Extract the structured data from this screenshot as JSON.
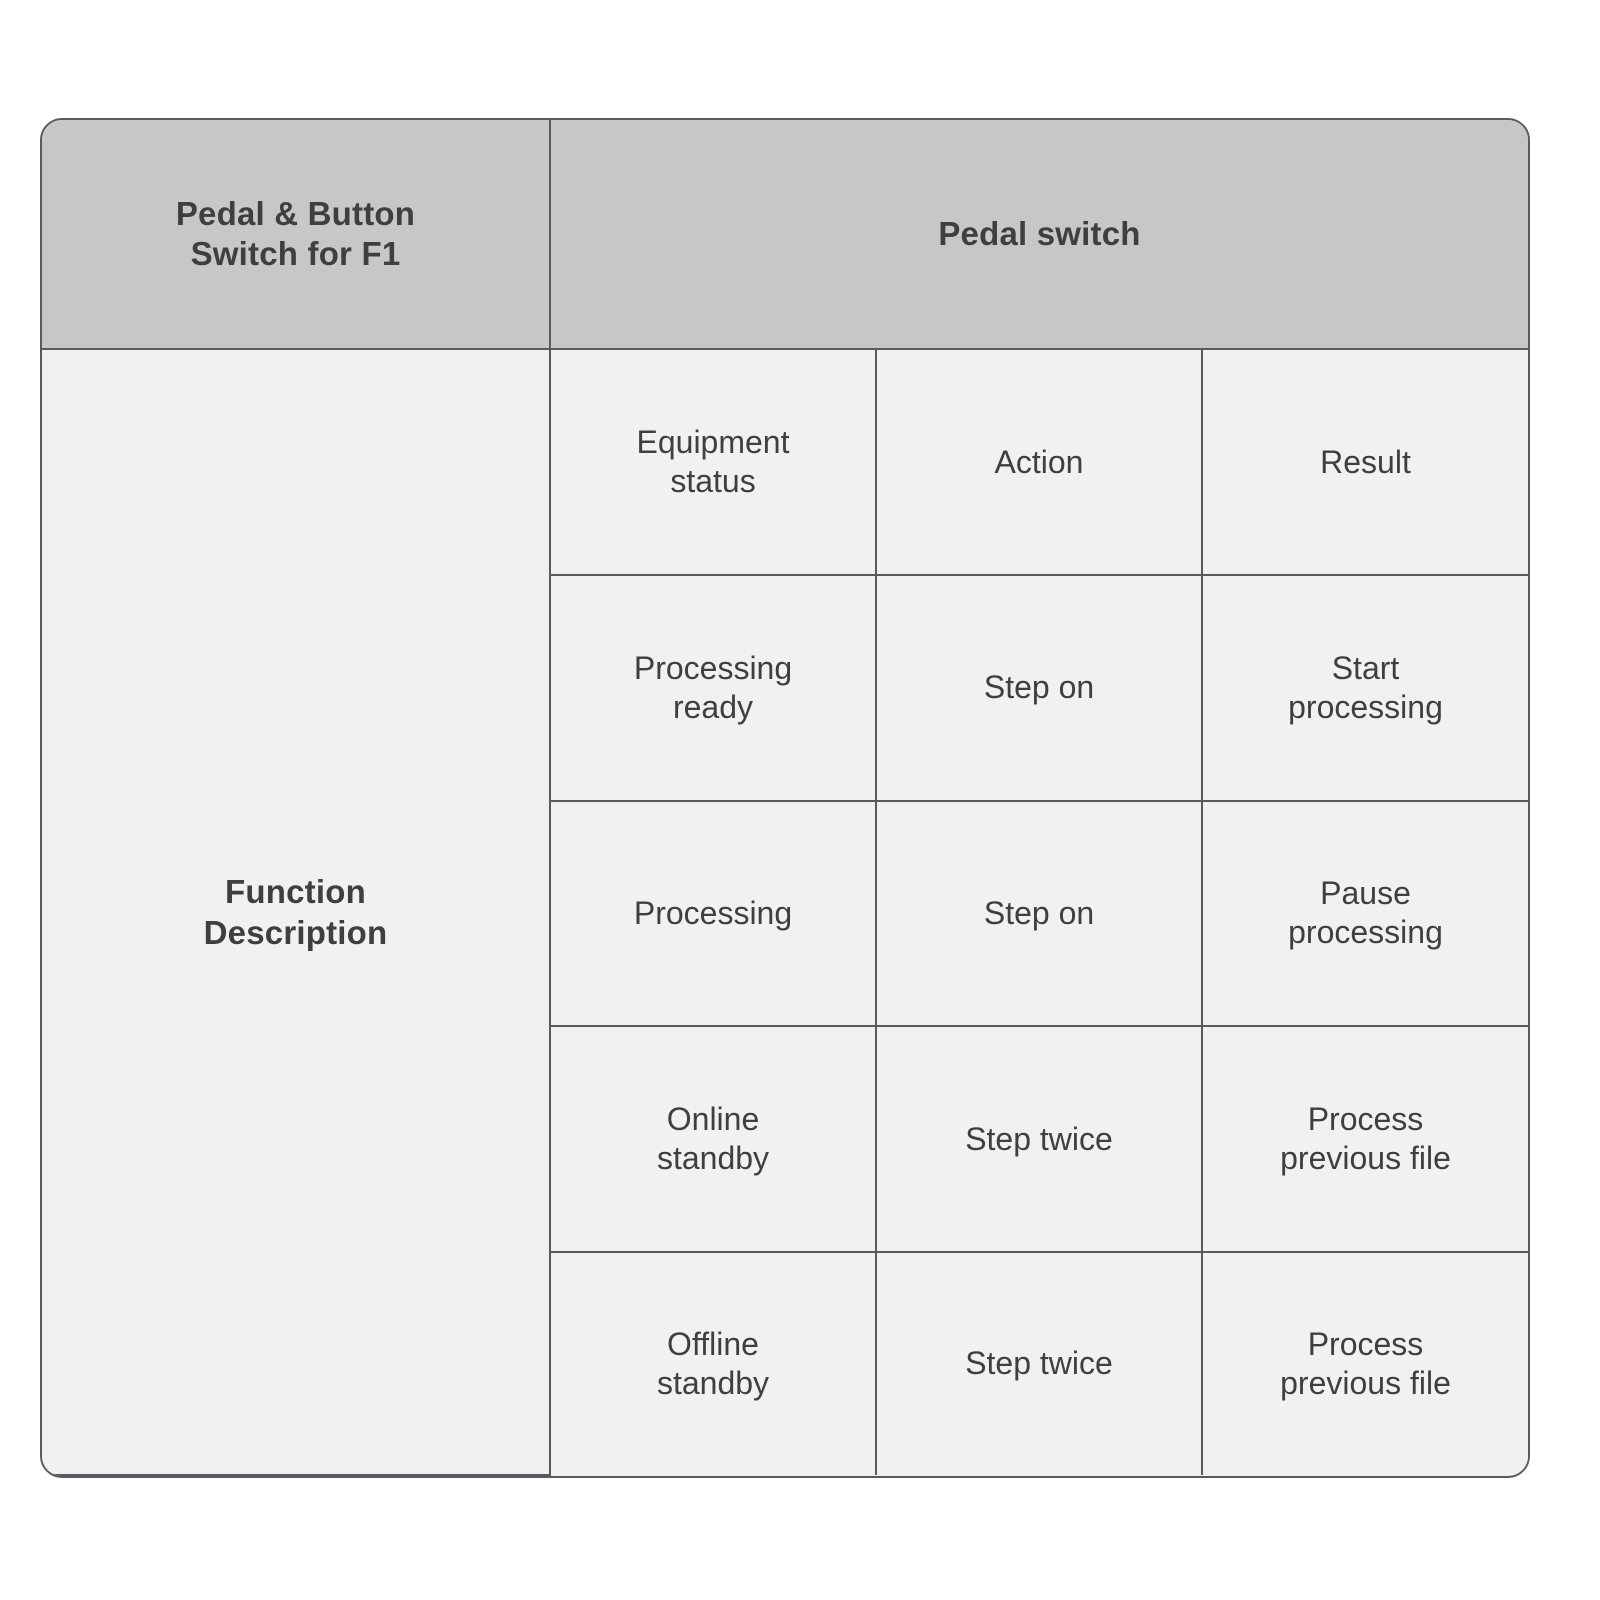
{
  "table": {
    "corner_title_line1": "Pedal & Button",
    "corner_title_line2": "Switch for F1",
    "group_header": "Pedal switch",
    "row_label_line1": "Function",
    "row_label_line2": "Description",
    "columns": [
      {
        "line1": "Equipment",
        "line2": "status"
      },
      {
        "line1": "Action",
        "line2": ""
      },
      {
        "line1": "Result",
        "line2": ""
      }
    ],
    "rows": [
      {
        "status_line1": "Processing",
        "status_line2": "ready",
        "action_line1": "Step on",
        "action_line2": "",
        "result_line1": "Start",
        "result_line2": "processing"
      },
      {
        "status_line1": "Processing",
        "status_line2": "",
        "action_line1": "Step on",
        "action_line2": "",
        "result_line1": "Pause",
        "result_line2": "processing"
      },
      {
        "status_line1": "Online",
        "status_line2": "standby",
        "action_line1": "Step twice",
        "action_line2": "",
        "result_line1": "Process",
        "result_line2": "previous file"
      },
      {
        "status_line1": "Offline",
        "status_line2": "standby",
        "action_line1": "Step twice",
        "action_line2": "",
        "result_line1": "Process",
        "result_line2": "previous file"
      }
    ]
  },
  "colors": {
    "header_bg": "#C7C7C9",
    "cell_bg": "#F1F1F1",
    "border": "#5A5A5E",
    "text": "#3F3F42",
    "page_bg": "#FFFFFF"
  }
}
